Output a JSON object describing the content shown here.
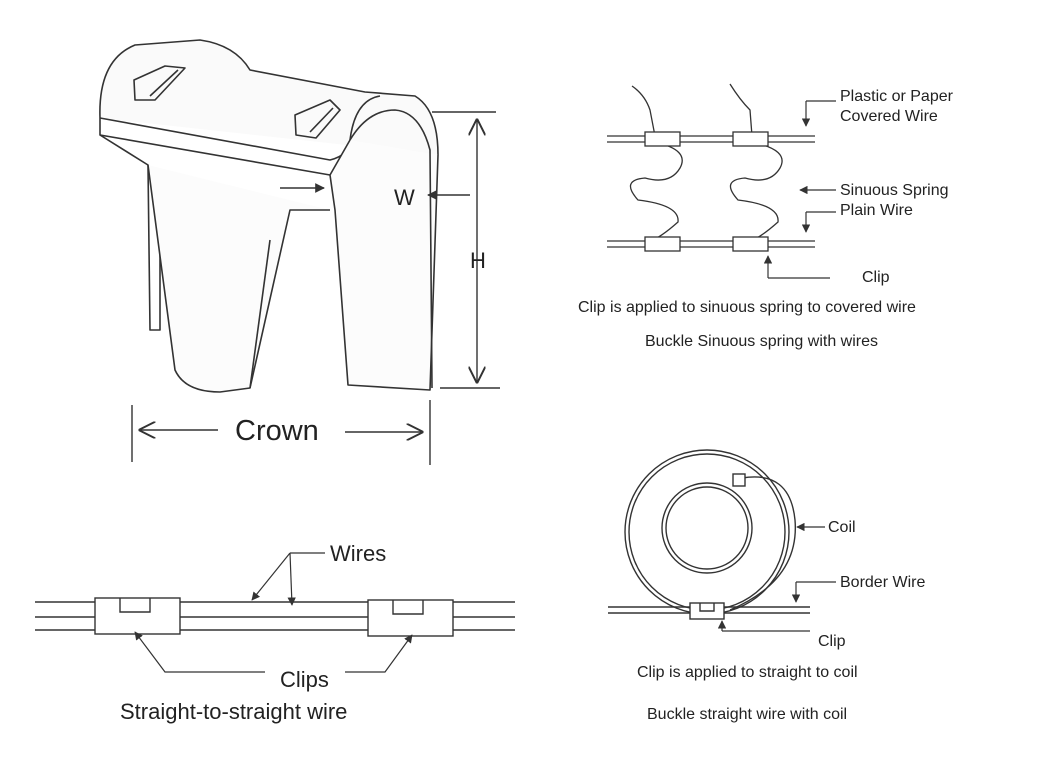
{
  "clip_dimensions": {
    "w_label": "W",
    "h_label": "H",
    "crown_label": "Crown"
  },
  "sinuous_panel": {
    "covered_wire_label_line1": "Plastic or Paper",
    "covered_wire_label_line2": "Covered Wire",
    "spring_label": "Sinuous Spring",
    "plain_wire_label": "Plain Wire",
    "clip_label": "Clip",
    "caption_1": "Clip is applied to sinuous spring to covered wire",
    "caption_2": "Buckle Sinuous spring with wires"
  },
  "straight_panel": {
    "wires_label": "Wires",
    "clips_label": "Clips",
    "caption": "Straight-to-straight wire"
  },
  "coil_panel": {
    "coil_label": "Coil",
    "border_wire_label": "Border Wire",
    "clip_label": "Clip",
    "caption_1": "Clip is applied to straight to coil",
    "caption_2": "Buckle straight wire with coil"
  }
}
